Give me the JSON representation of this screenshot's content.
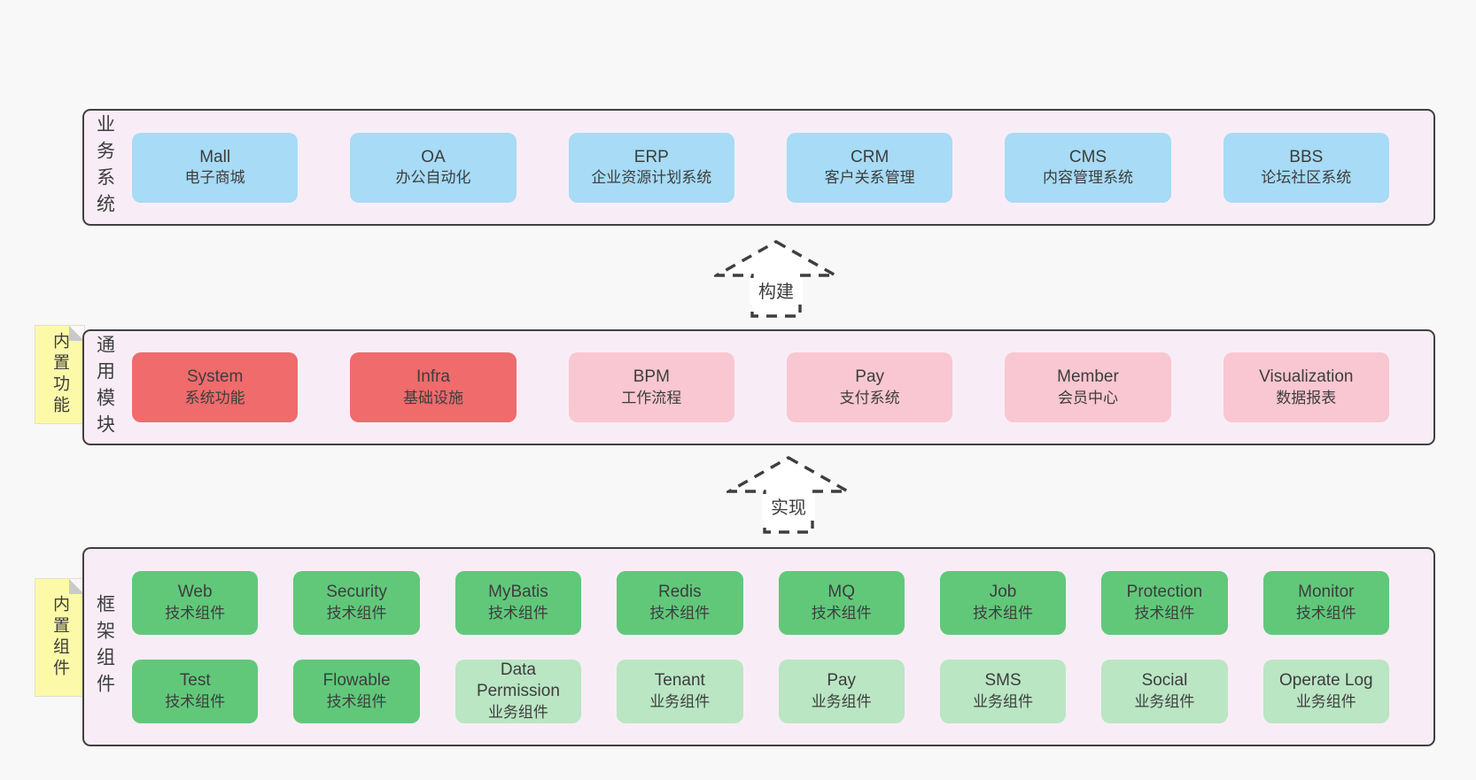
{
  "background": "#f8f8f8",
  "colors": {
    "panel_bg": "#f8edf6",
    "panel_border": "#404040",
    "box_blue": "#a7dbf6",
    "box_red": "#f06b6b",
    "box_pink": "#f9c7d1",
    "box_green": "#61c87a",
    "box_green_light": "#bae6c4",
    "sticky_yellow": "#fcfaa8",
    "sticky_fold_gray": "#c9c9c9",
    "text": "#3d3d3d"
  },
  "panels": [
    {
      "id": "business-systems",
      "label": "业务系统",
      "rows": [
        [
          {
            "name": "Mall",
            "sub": "电子商城",
            "variant": "blue"
          },
          {
            "name": "OA",
            "sub": "办公自动化",
            "variant": "blue"
          },
          {
            "name": "ERP",
            "sub": "企业资源计划系统",
            "variant": "blue"
          },
          {
            "name": "CRM",
            "sub": "客户关系管理",
            "variant": "blue"
          },
          {
            "name": "CMS",
            "sub": "内容管理系统",
            "variant": "blue"
          },
          {
            "name": "BBS",
            "sub": "论坛社区系统",
            "variant": "blue"
          }
        ]
      ]
    },
    {
      "id": "common-modules",
      "label": "通用模块",
      "sticky": "内置功能",
      "rows": [
        [
          {
            "name": "System",
            "sub": "系统功能",
            "variant": "red"
          },
          {
            "name": "Infra",
            "sub": "基础设施",
            "variant": "red"
          },
          {
            "name": "BPM",
            "sub": "工作流程",
            "variant": "pink"
          },
          {
            "name": "Pay",
            "sub": "支付系统",
            "variant": "pink"
          },
          {
            "name": "Member",
            "sub": "会员中心",
            "variant": "pink"
          },
          {
            "name": "Visualization",
            "sub": "数据报表",
            "variant": "pink"
          }
        ]
      ]
    },
    {
      "id": "framework-components",
      "label": "框架组件",
      "sticky": "内置组件",
      "rows": [
        [
          {
            "name": "Web",
            "sub": "技术组件",
            "variant": "green"
          },
          {
            "name": "Security",
            "sub": "技术组件",
            "variant": "green"
          },
          {
            "name": "MyBatis",
            "sub": "技术组件",
            "variant": "green"
          },
          {
            "name": "Redis",
            "sub": "技术组件",
            "variant": "green"
          },
          {
            "name": "MQ",
            "sub": "技术组件",
            "variant": "green"
          },
          {
            "name": "Job",
            "sub": "技术组件",
            "variant": "green"
          },
          {
            "name": "Protection",
            "sub": "技术组件",
            "variant": "green"
          },
          {
            "name": "Monitor",
            "sub": "技术组件",
            "variant": "green"
          }
        ],
        [
          {
            "name": "Test",
            "sub": "技术组件",
            "variant": "green"
          },
          {
            "name": "Flowable",
            "sub": "技术组件",
            "variant": "green"
          },
          {
            "name": "Data Permission",
            "sub": "业务组件",
            "variant": "green-light"
          },
          {
            "name": "Tenant",
            "sub": "业务组件",
            "variant": "green-light"
          },
          {
            "name": "Pay",
            "sub": "业务组件",
            "variant": "green-light"
          },
          {
            "name": "SMS",
            "sub": "业务组件",
            "variant": "green-light"
          },
          {
            "name": "Social",
            "sub": "业务组件",
            "variant": "green-light"
          },
          {
            "name": "Operate Log",
            "sub": "业务组件",
            "variant": "green-light"
          }
        ]
      ]
    }
  ],
  "arrows": [
    {
      "label": "构建"
    },
    {
      "label": "实现"
    }
  ]
}
